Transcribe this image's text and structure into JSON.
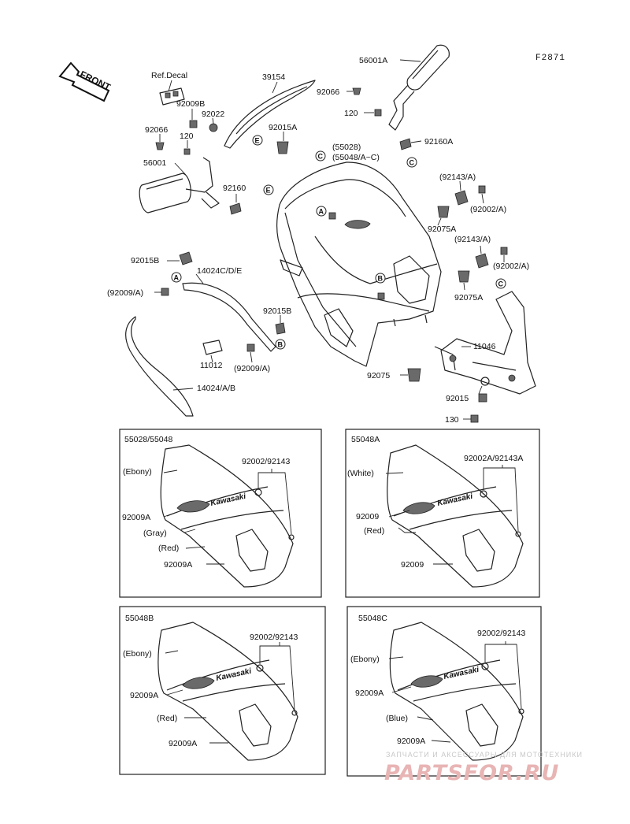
{
  "figure_code": "F2871",
  "direction_arrow": "FRONT",
  "main_labels": {
    "ref_decal": "Ref.Decal",
    "p39154": "39154",
    "p92066_top": "92066",
    "p56001A": "56001A",
    "p92009B": "92009B",
    "p92022": "92022",
    "p92066_left": "92066",
    "p120_left": "120",
    "p92015A": "92015A",
    "p120_right": "120",
    "p92160A": "92160A",
    "p55028": "(55028)",
    "p55048AC": "(55048/A~C)",
    "p56001": "56001",
    "p92160": "92160",
    "p92143A_1": "(92143/A)",
    "p92002A_1": "(92002/A)",
    "p92075A_1": "92075A",
    "p92143A_2": "(92143/A)",
    "p92002A_2": "(92002/A)",
    "p92015B_1": "92015B",
    "p14024CDE": "14024C/D/E",
    "p92009A_paren": "(92009/A)",
    "p92075A_2": "92075A",
    "p92015B_2": "92015B",
    "p11046": "11046",
    "p11012": "11012",
    "p92009A_paren2": "(92009/A)",
    "p92075": "92075",
    "p14024AB": "14024/A/B",
    "p92015": "92015",
    "p130": "130"
  },
  "circle_markers": {
    "A": "A",
    "B": "B",
    "C": "C",
    "E": "E"
  },
  "panels": [
    {
      "title": "55028/55048",
      "labels": [
        "(Ebony)",
        "92002/92143",
        "92009A",
        "(Gray)",
        "(Red)",
        "92009A"
      ],
      "brand": "Kawasaki"
    },
    {
      "title": "55048A",
      "labels": [
        "(White)",
        "92002A/92143A",
        "92009",
        "(Red)",
        "92009"
      ],
      "brand": "Kawasaki"
    },
    {
      "title": "55048B",
      "labels": [
        "(Ebony)",
        "92002/92143",
        "92009A",
        "(Red)",
        "92009A"
      ],
      "brand": "Kawasaki"
    },
    {
      "title": "55048C",
      "labels": [
        "(Ebony)",
        "92002/92143",
        "92009A",
        "(Blue)",
        "92009A"
      ],
      "brand": "Kawasaki"
    }
  ],
  "watermark": {
    "line1": "ЗАПЧАСТИ И АКСЕССУАРЫ ДЛЯ МОТОТЕХНИКИ",
    "line2": "PARTSFOR.RU"
  }
}
